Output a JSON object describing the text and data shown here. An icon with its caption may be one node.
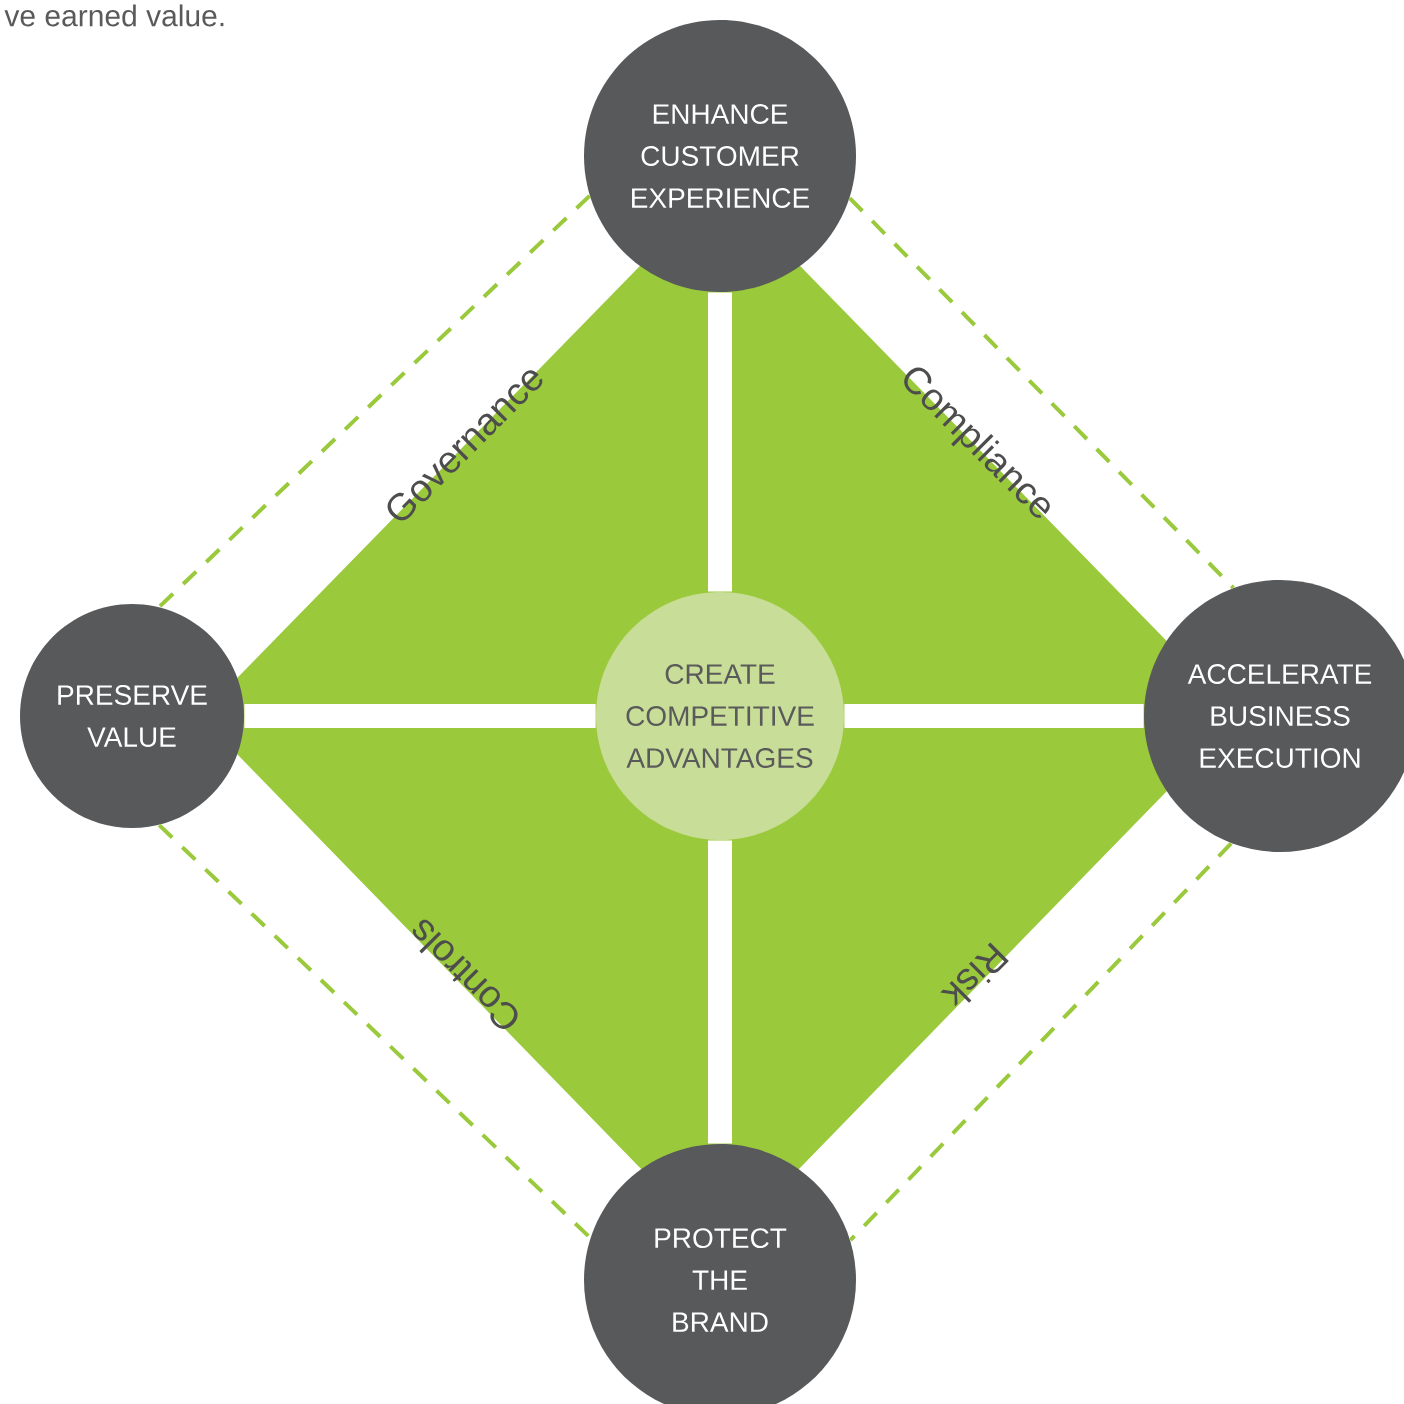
{
  "diagram": {
    "nodes": [
      {
        "text": [
          "ENHANCE CUSTOMER EXPERIENCE"
        ]
      },
      {
        "text": [
          "Governance"
        ]
      },
      {
        "text": [
          "Compliance"
        ]
      },
      {
        "text": [
          "PRESERVE VALUE"
        ]
      },
      {
        "text": [
          "CREATE COMPETITIVE ADVANTAGES"
        ]
      },
      {
        "text": [
          "ACCELERATE BUSINESS EXECUTION"
        ]
      },
      {
        "text": [
          "Controls"
        ]
      },
      {
        "text": [
          "Risk"
        ]
      },
      {
        "text": [
          "PROTECT THE BRAND"
        ]
      }
    ],
    "edges": [
      {
        "from": 4,
        "to": 0,
        "arrow": "none",
        "style": "thick",
        "color": "#ffffff"
      },
      {
        "from": 4,
        "to": 3,
        "arrow": "none",
        "style": "thick",
        "color": "#ffffff"
      },
      {
        "from": 4,
        "to": 5,
        "arrow": "none",
        "style": "thick",
        "color": "#ffffff"
      },
      {
        "from": 4,
        "to": 8,
        "arrow": "none",
        "style": "thick",
        "color": "#ffffff"
      },
      {
        "from": 0,
        "to": 3,
        "arrow": "none",
        "style": "dashed",
        "color": "#9aca3c"
      },
      {
        "from": 0,
        "to": 5,
        "arrow": "none",
        "style": "dashed",
        "color": "#9aca3c"
      },
      {
        "from": 3,
        "to": 8,
        "arrow": "none",
        "style": "dashed",
        "color": "#9aca3c"
      },
      {
        "from": 5,
        "to": 8,
        "arrow": "none",
        "style": "dashed",
        "color": "#9aca3c"
      }
    ],
    "labels": [
      "ve earned value."
    ]
  }
}
